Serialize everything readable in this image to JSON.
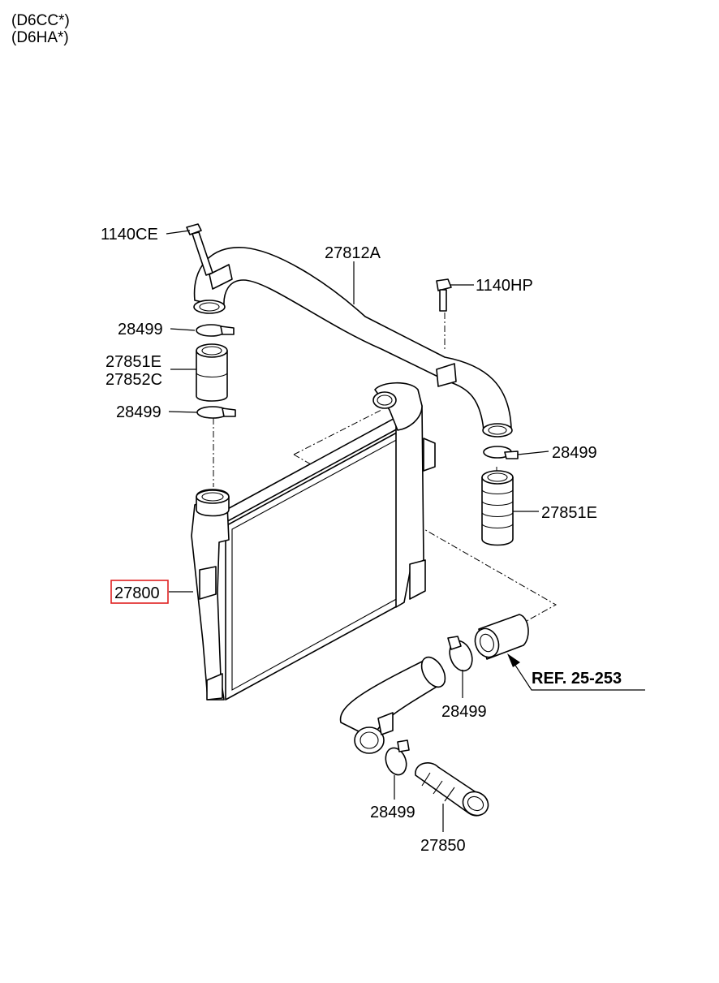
{
  "header": {
    "engine_codes": [
      "(D6CC*)",
      "(D6HA*)"
    ]
  },
  "parts": {
    "bolt_upper_left": "1140CE",
    "upper_pipe": "27812A",
    "bolt_upper_right": "1140HP",
    "clamp_left_upper": "28499",
    "hose_left_a": "27851E",
    "hose_left_b": "27852C",
    "clamp_left_lower": "28499",
    "clamp_right_upper": "28499",
    "hose_right": "27851E",
    "intercooler": "27800",
    "reference": "REF. 25-253",
    "clamp_lower_mid": "28499",
    "clamp_lower_left": "28499",
    "hose_lower": "27850"
  },
  "colors": {
    "line": "#000000",
    "highlight": "#e02020",
    "background": "#ffffff"
  }
}
